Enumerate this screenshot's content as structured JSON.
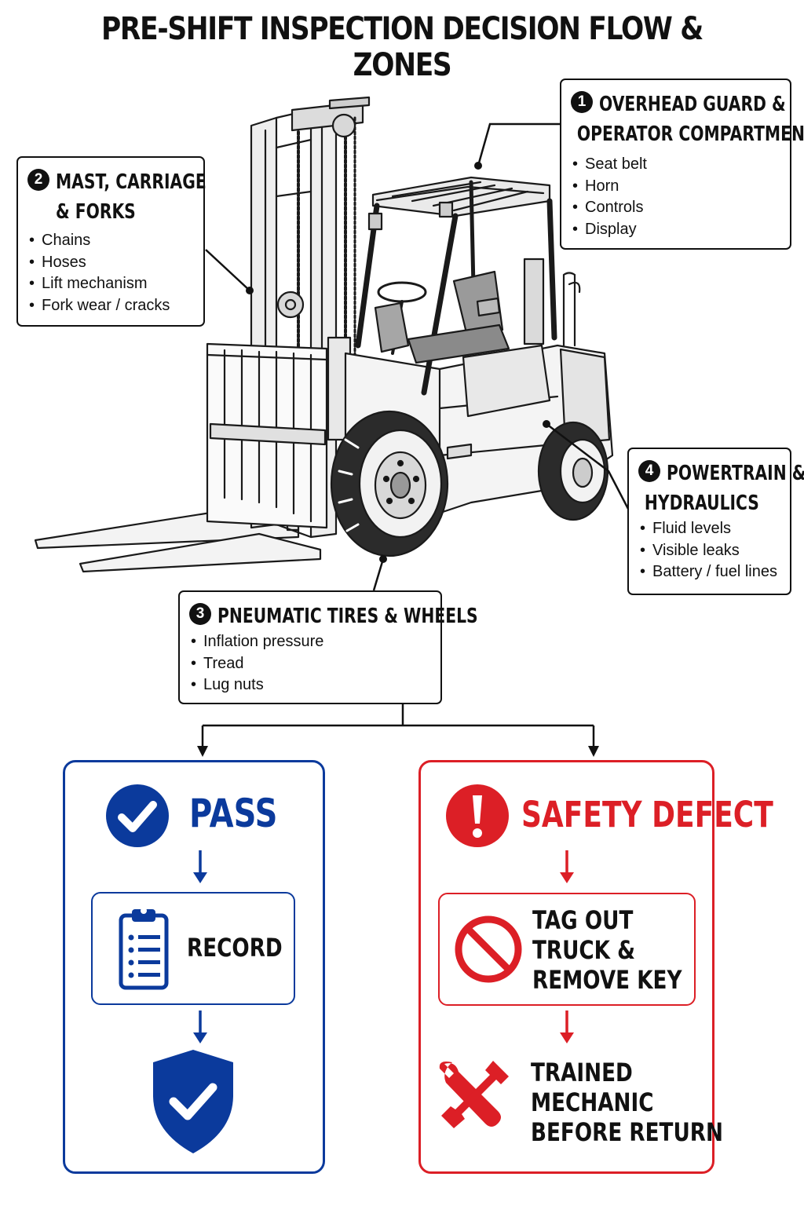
{
  "title": "PRE-SHIFT INSPECTION DECISION FLOW & ZONES",
  "zones": [
    {
      "number": "1",
      "title_lines": [
        "OVERHEAD GUARD &",
        "OPERATOR COMPARTMENT"
      ],
      "items": [
        "Seat belt",
        "Horn",
        "Controls",
        "Display"
      ]
    },
    {
      "number": "2",
      "title_lines": [
        "MAST, CARRIAGE",
        "& FORKS"
      ],
      "items": [
        "Chains",
        "Hoses",
        "Lift mechanism",
        "Fork wear / cracks"
      ]
    },
    {
      "number": "3",
      "title_lines": [
        "PNEUMATIC TIRES & WHEELS"
      ],
      "items": [
        "Inflation pressure",
        "Tread",
        "Lug nuts"
      ]
    },
    {
      "number": "4",
      "title_lines": [
        "POWERTRAIN &",
        "HYDRAULICS"
      ],
      "items": [
        "Fluid levels",
        "Visible leaks",
        "Battery / fuel lines"
      ]
    }
  ],
  "pass": {
    "label": "PASS",
    "record_label": "RECORD",
    "icons": [
      "check-circle-icon",
      "clipboard-icon",
      "shield-check-icon"
    ]
  },
  "defect": {
    "label": "SAFETY DEFECT",
    "tagout_lines": [
      "TAG OUT",
      "TRUCK &",
      "REMOVE KEY"
    ],
    "mechanic_lines": [
      "TRAINED",
      "MECHANIC",
      "BEFORE RETURN"
    ],
    "icons": [
      "exclamation-circle-icon",
      "prohibited-icon",
      "wrench-screwdriver-icon"
    ]
  },
  "colors": {
    "pass": "#0b3a9c",
    "defect": "#dc1f26",
    "ink": "#111111"
  }
}
